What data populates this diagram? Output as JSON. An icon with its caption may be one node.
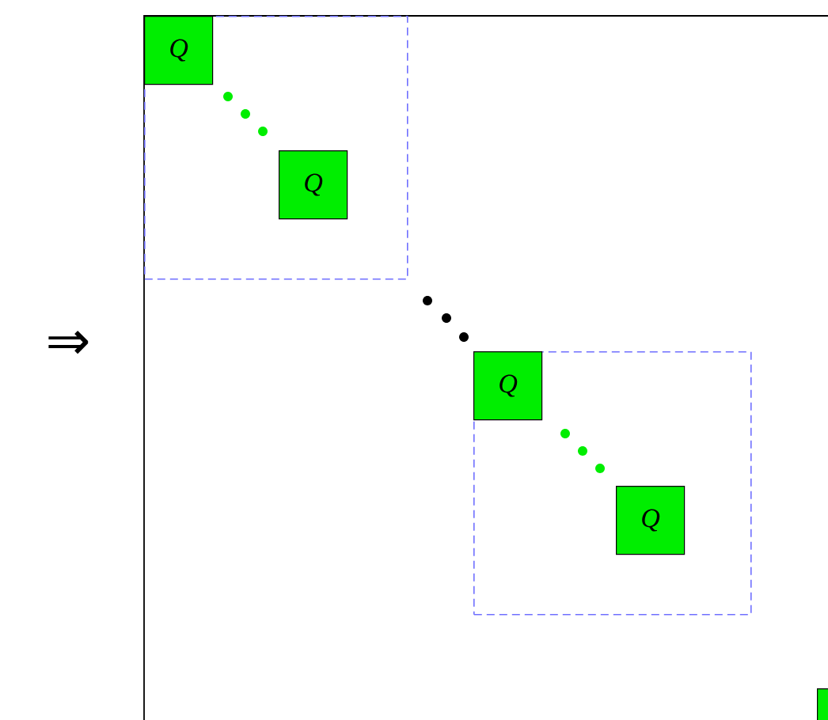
{
  "diagram": {
    "nodes": [
      {
        "text": [],
        "shape": "box"
      },
      {
        "text": [
          "Q"
        ],
        "in": 0
      },
      {
        "text": [
          "Q"
        ],
        "in": 0
      },
      {
        "text": [],
        "shape": "box"
      },
      {
        "text": [
          "Q"
        ],
        "in": 3
      },
      {
        "text": [
          "Q"
        ],
        "in": 3
      },
      {
        "text": [],
        "shape": "box"
      }
    ],
    "labels": [
      "⇒"
    ]
  }
}
